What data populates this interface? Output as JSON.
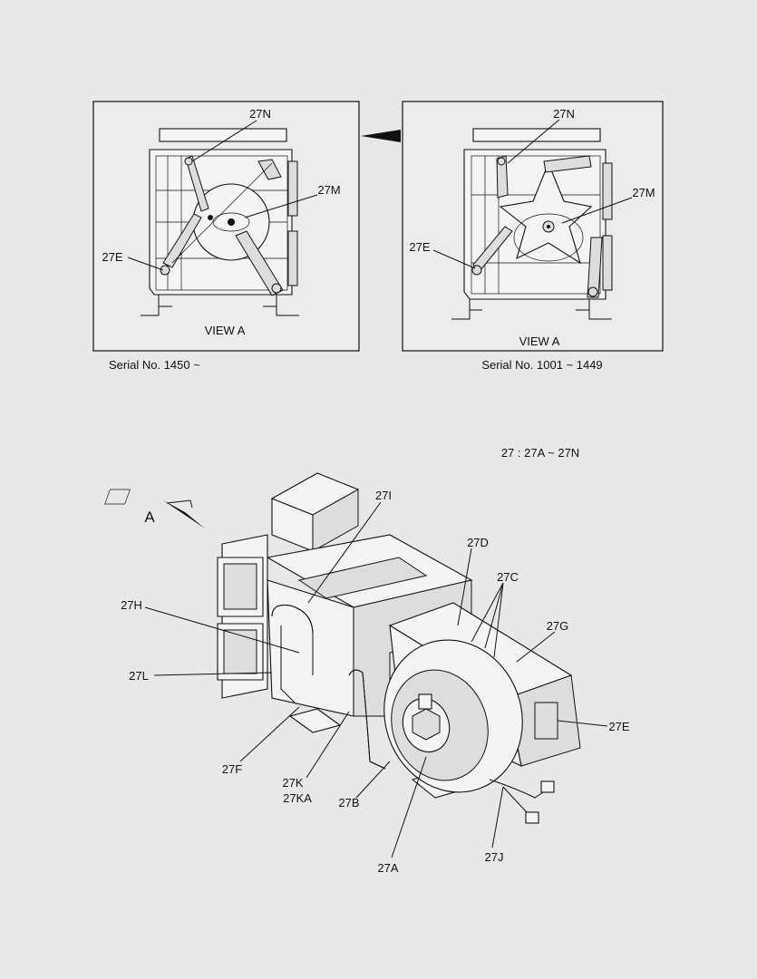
{
  "left_view": {
    "caption": "VIEW  A",
    "serial": "Serial No. 1450 ~",
    "labels": {
      "n": "27N",
      "m": "27M",
      "e": "27E"
    }
  },
  "right_view": {
    "caption": "VIEW  A",
    "serial": "Serial No. 1001 ~ 1449",
    "labels": {
      "n": "27N",
      "m": "27M",
      "e": "27E"
    }
  },
  "range_note": "27 : 27A ~ 27N",
  "view_arrow_label": "A",
  "assembly_labels": {
    "i": "27I",
    "d": "27D",
    "c": "27C",
    "g": "27G",
    "h": "27H",
    "l": "27L",
    "e": "27E",
    "f": "27F",
    "k": "27K",
    "ka": "27KA",
    "b": "27B",
    "a": "27A",
    "j": "27J"
  }
}
